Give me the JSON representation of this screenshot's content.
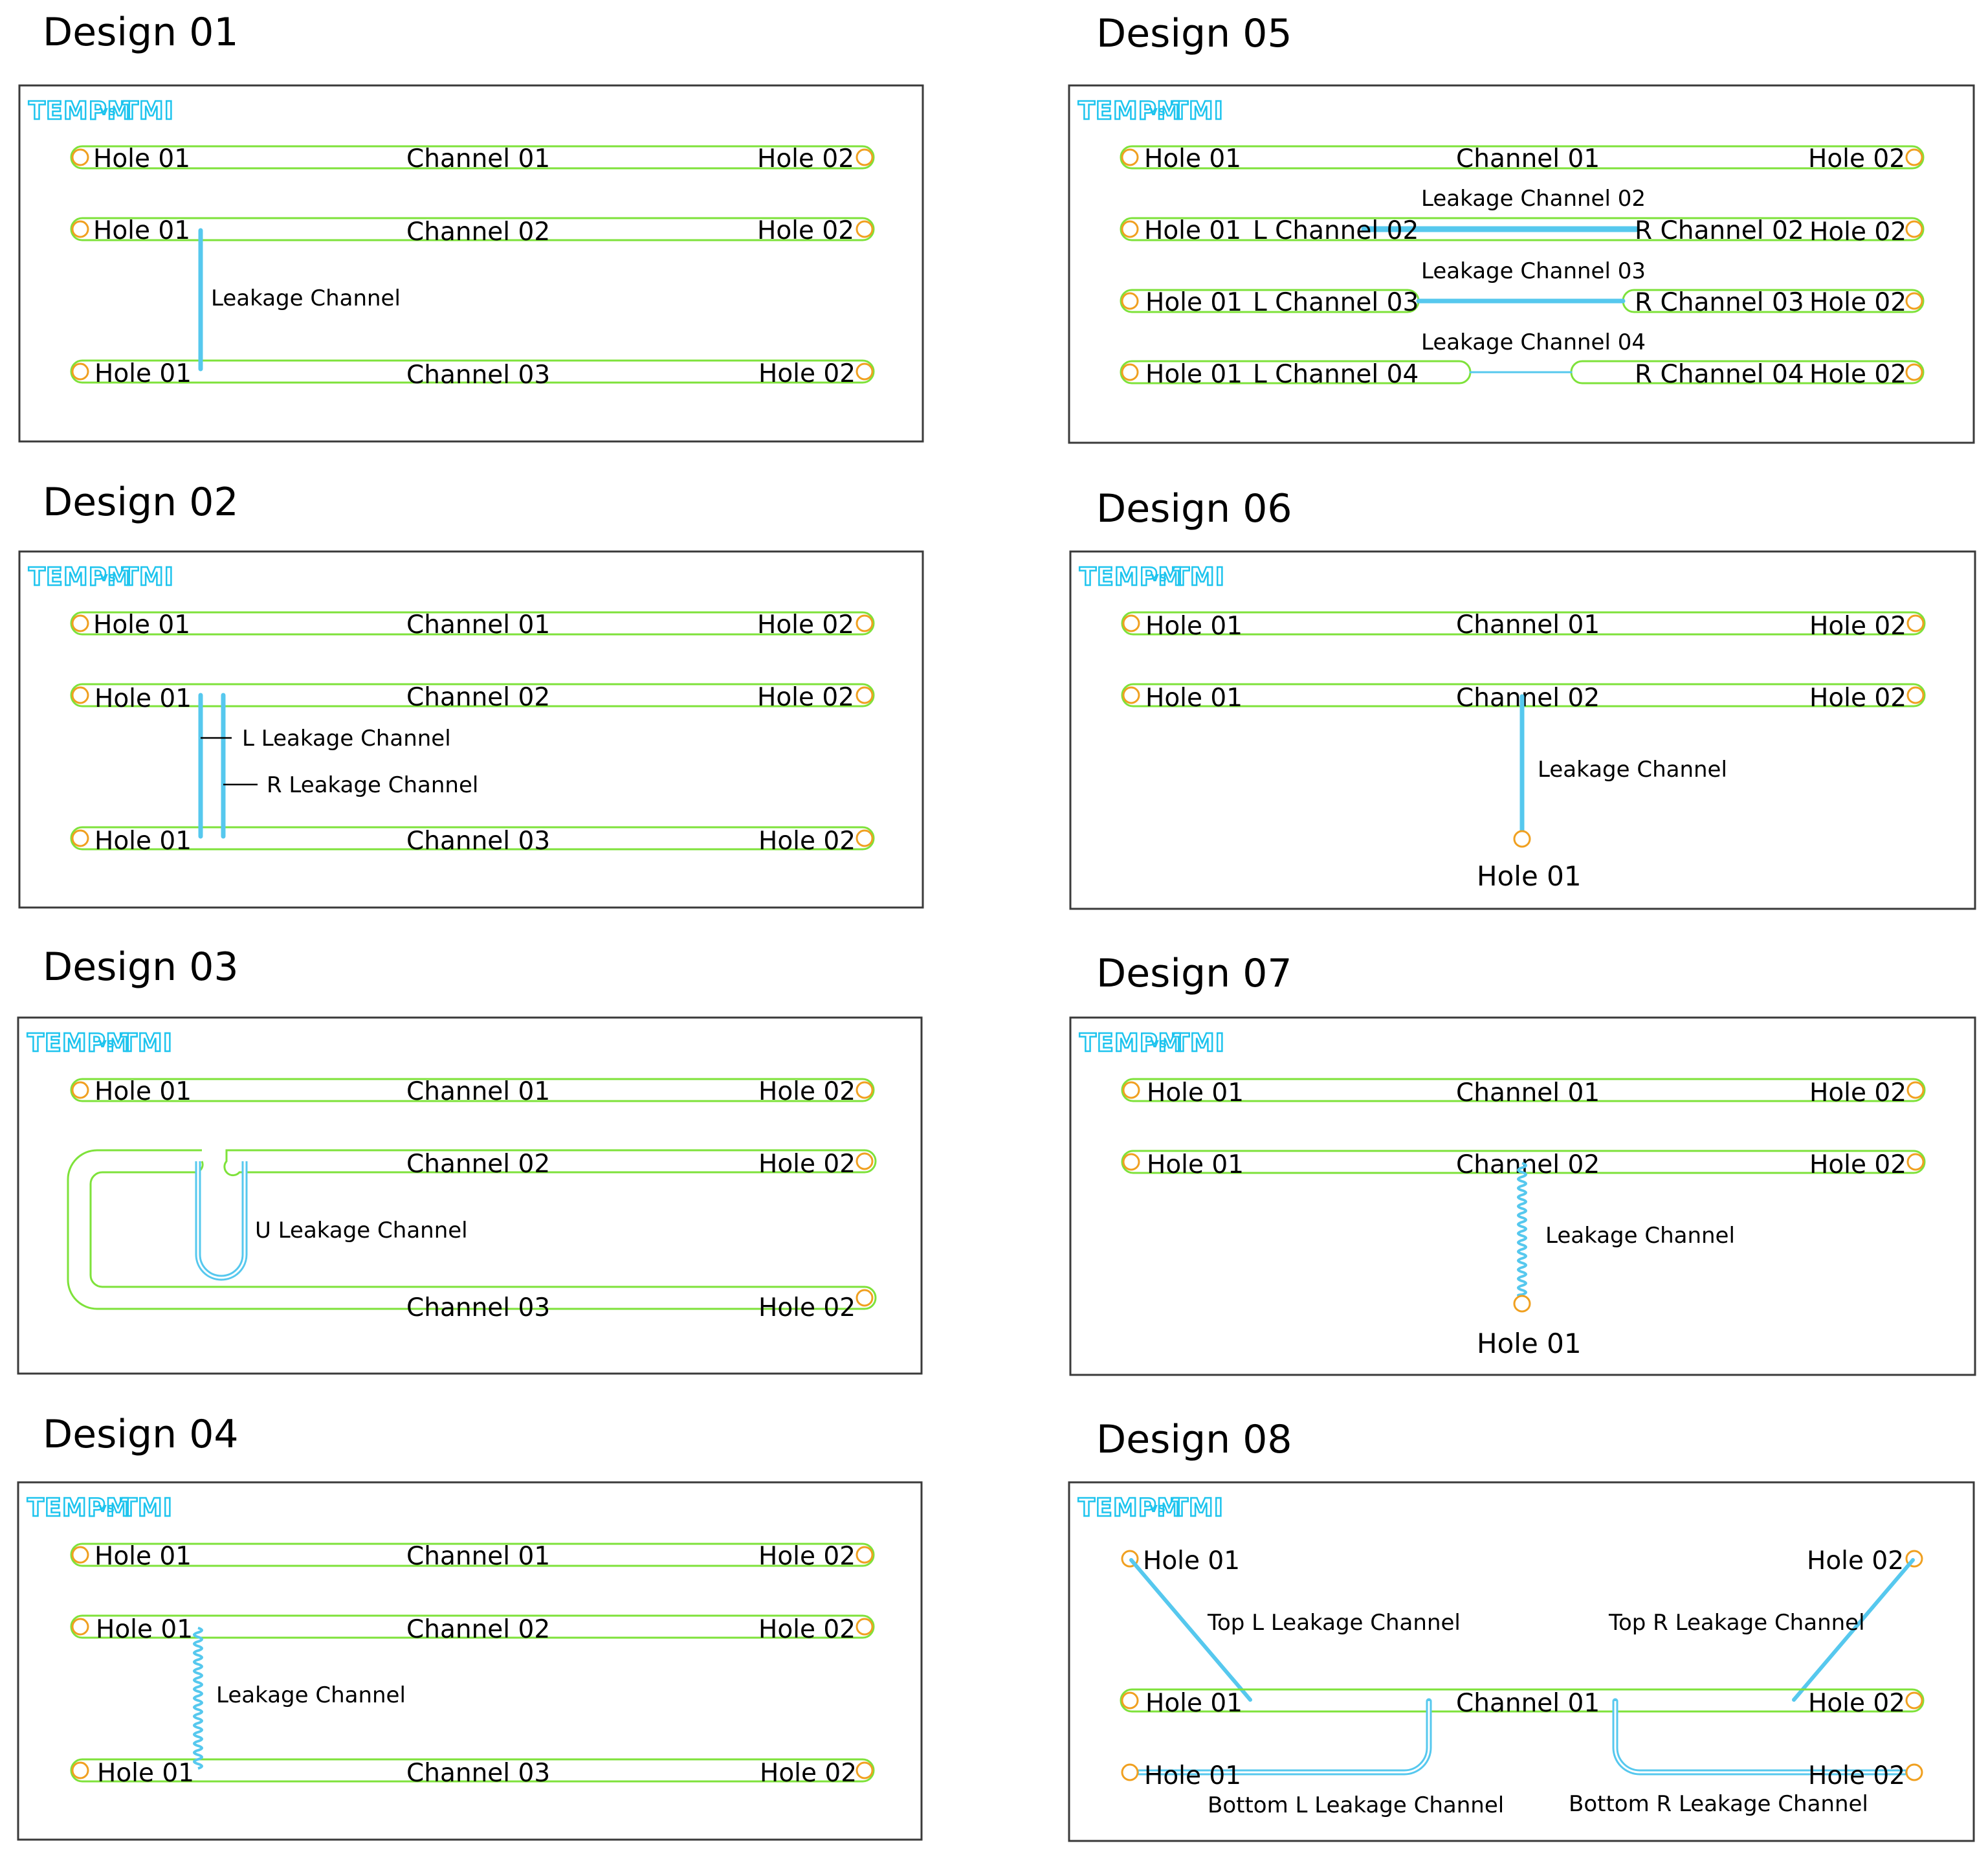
{
  "logo": {
    "left": "TEMPM",
    "mid": "vs",
    "right": "TMI"
  },
  "colors": {
    "channel": "#7ee23a",
    "hole": "#f0a020",
    "leakage": "#56c8ee",
    "logo": "#1ec4ee",
    "frame": "#3a3a3a"
  },
  "designs": [
    {
      "title": "Design 01",
      "rows": [
        {
          "hole_left": "Hole 01",
          "channel": "Channel 01",
          "hole_right": "Hole 02"
        },
        {
          "hole_left": "Hole 01",
          "channel": "Channel 02",
          "hole_right": "Hole 02"
        },
        {
          "hole_left": "Hole 01",
          "channel": "Channel 03",
          "hole_right": "Hole 02"
        }
      ],
      "labels": {
        "leak": "Leakage Channel"
      }
    },
    {
      "title": "Design 02",
      "rows": [
        {
          "hole_left": "Hole 01",
          "channel": "Channel 01",
          "hole_right": "Hole 02"
        },
        {
          "hole_left": "Hole 01",
          "channel": "Channel 02",
          "hole_right": "Hole 02"
        },
        {
          "hole_left": "Hole 01",
          "channel": "Channel 03",
          "hole_right": "Hole 02"
        }
      ],
      "labels": {
        "leak_l": "L Leakage Channel",
        "leak_r": "R Leakage Channel"
      }
    },
    {
      "title": "Design 03",
      "rows": [
        {
          "hole_left": "Hole 01",
          "channel": "Channel 01",
          "hole_right": "Hole 02"
        },
        {
          "hole_left": "",
          "channel": "Channel 02",
          "hole_right": "Hole 02"
        },
        {
          "hole_left": "",
          "channel": "Channel 03",
          "hole_right": "Hole 02"
        }
      ],
      "labels": {
        "leak": "U Leakage Channel"
      }
    },
    {
      "title": "Design 04",
      "rows": [
        {
          "hole_left": "Hole 01",
          "channel": "Channel 01",
          "hole_right": "Hole 02"
        },
        {
          "hole_left": "Hole 01",
          "channel": "Channel 02",
          "hole_right": "Hole 02"
        },
        {
          "hole_left": "Hole 01",
          "channel": "Channel 03",
          "hole_right": "Hole 02"
        }
      ],
      "labels": {
        "leak": "Leakage Channel"
      }
    },
    {
      "title": "Design 05",
      "rows": [
        {
          "hole_left": "Hole 01",
          "channel": "Channel 01",
          "hole_right": "Hole 02"
        },
        {
          "hole_left": "Hole 01",
          "channel": "",
          "hole_right": "Hole 02",
          "l_channel": "L Channel 02",
          "r_channel": "R Channel 02",
          "leak": "Leakage Channel 02"
        },
        {
          "hole_left": "Hole 01",
          "channel": "",
          "hole_right": "Hole 02",
          "l_channel": "L Channel 03",
          "r_channel": "R Channel 03",
          "leak": "Leakage Channel 03"
        },
        {
          "hole_left": "Hole 01",
          "channel": "",
          "hole_right": "Hole 02",
          "l_channel": "L Channel 04",
          "r_channel": "R Channel 04",
          "leak": "Leakage Channel 04"
        }
      ],
      "labels": {}
    },
    {
      "title": "Design 06",
      "rows": [
        {
          "hole_left": "Hole 01",
          "channel": "Channel 01",
          "hole_right": "Hole 02"
        },
        {
          "hole_left": "Hole 01",
          "channel": "Channel 02",
          "hole_right": "Hole 02"
        }
      ],
      "labels": {
        "leak": "Leakage Channel",
        "bottom_hole": "Hole 01"
      }
    },
    {
      "title": "Design 07",
      "rows": [
        {
          "hole_left": "Hole 01",
          "channel": "Channel 01",
          "hole_right": "Hole 02"
        },
        {
          "hole_left": "Hole 01",
          "channel": "Channel 02",
          "hole_right": "Hole 02"
        }
      ],
      "labels": {
        "leak": "Leakage Channel",
        "bottom_hole": "Hole 01"
      }
    },
    {
      "title": "Design 08",
      "rows": [
        {
          "hole_left": "Hole 01",
          "channel": "Channel 01",
          "hole_right": "Hole 02"
        }
      ],
      "labels": {
        "top_hole_l": "Hole 01",
        "top_hole_r": "Hole 02",
        "bottom_hole_l": "Hole 01",
        "bottom_hole_r": "Hole 02",
        "top_l": "Top L Leakage Channel",
        "top_r": "Top R Leakage Channel",
        "bottom_l": "Bottom L Leakage Channel",
        "bottom_r": "Bottom R Leakage Channel"
      }
    }
  ]
}
